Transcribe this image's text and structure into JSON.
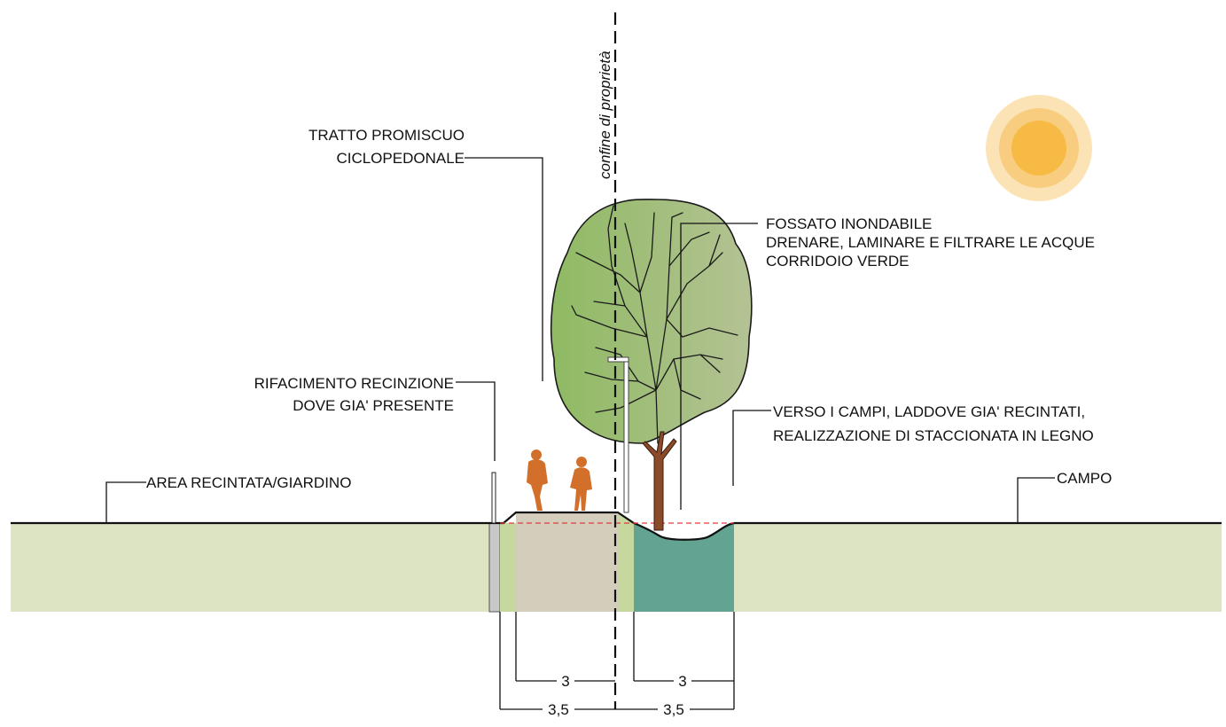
{
  "property_line_label": "confine di proprietà",
  "labels": {
    "tratto": [
      "TRATTO PROMISCUO",
      "CICLOPEDONALE"
    ],
    "rifacimento": [
      "RIFACIMENTO RECINZIONE",
      "DOVE GIA' PRESENTE"
    ],
    "area_recintata": "AREA RECINTATA/GIARDINO",
    "fossato": [
      "FOSSATO INONDABILE",
      "DRENARE, LAMINARE E FILTRARE LE ACQUE",
      "CORRIDOIO VERDE"
    ],
    "verso_campi": [
      "VERSO I CAMPI, LADDOVE GIA' RECINTATI,",
      "REALIZZAZIONE DI STACCIONATA IN LEGNO"
    ],
    "campo": "CAMPO"
  },
  "dimensions": {
    "inner_left": "3",
    "inner_right": "3",
    "outer_left": "3,5",
    "outer_right": "3,5"
  },
  "colors": {
    "ground": "#dce4c4",
    "path": "#d5cdbb",
    "verge": "#c6d89e",
    "ditch_water": "#62a391",
    "tree_canopy_light": "#b4c294",
    "tree_canopy_dark": "#8fba63",
    "trunk": "#8b4a2a",
    "people": "#d2702b",
    "sun_outer": "#fbe3b6",
    "sun_mid": "#f8cd7f",
    "sun_core": "#f6ba45",
    "water_level_line": "#e03c3c"
  }
}
